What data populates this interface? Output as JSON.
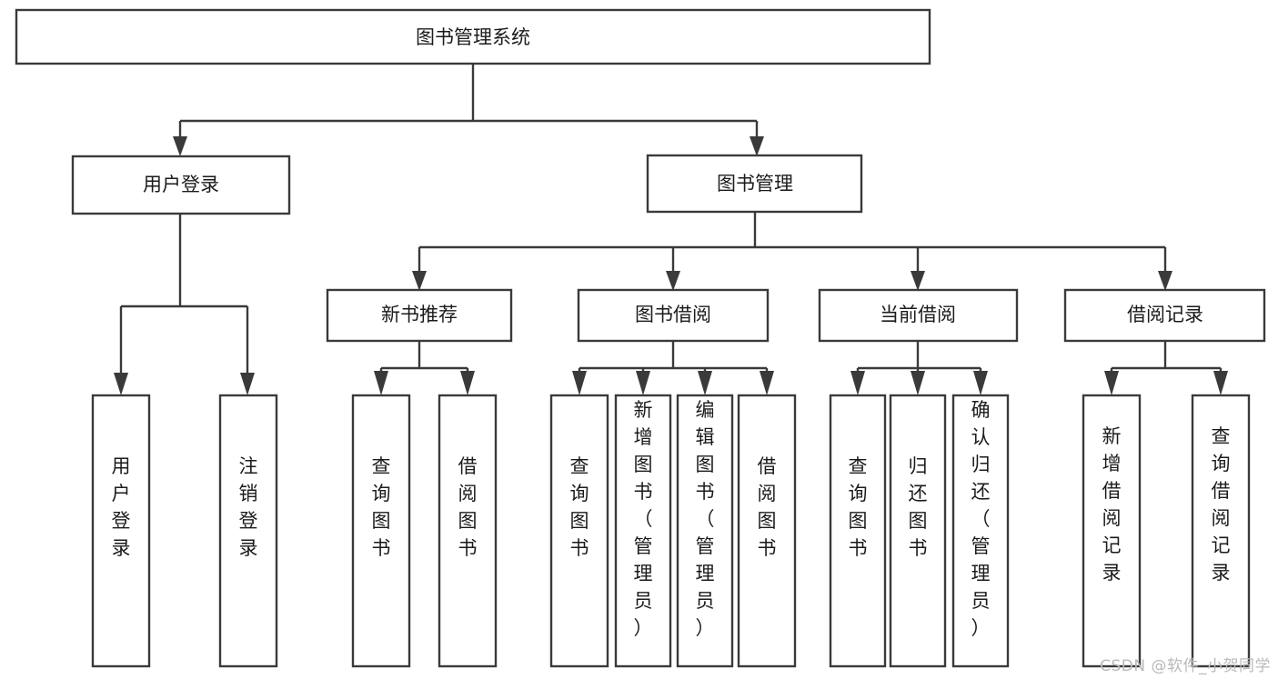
{
  "diagram": {
    "type": "hierarchy-tree",
    "title": "图书管理系统",
    "watermark": "CSDN @软件_小贺同学",
    "colors": {
      "stroke": "#3a3a3a",
      "fill": "#ffffff",
      "text": "#1b1b1b",
      "watermark": "#b9b9b9"
    },
    "nodes": {
      "root": {
        "label": "图书管理系统",
        "level": 0,
        "orientation": "horizontal"
      },
      "user_login": {
        "label": "用户登录",
        "level": 1,
        "orientation": "horizontal"
      },
      "book_mgmt": {
        "label": "图书管理",
        "level": 1,
        "orientation": "horizontal"
      },
      "new_book_rec": {
        "label": "新书推荐",
        "level": 2,
        "orientation": "horizontal"
      },
      "book_borrow": {
        "label": "图书借阅",
        "level": 2,
        "orientation": "horizontal"
      },
      "current_borrow": {
        "label": "当前借阅",
        "level": 2,
        "orientation": "horizontal"
      },
      "borrow_record": {
        "label": "借阅记录",
        "level": 2,
        "orientation": "horizontal"
      },
      "leaf_user_login": {
        "label": "用户登录",
        "level": 3,
        "orientation": "vertical"
      },
      "leaf_logout": {
        "label": "注销登录",
        "level": 3,
        "orientation": "vertical"
      },
      "leaf_query_book_1": {
        "label": "查询图书",
        "level": 3,
        "orientation": "vertical"
      },
      "leaf_borrow_book_1": {
        "label": "借阅图书",
        "level": 3,
        "orientation": "vertical"
      },
      "leaf_query_book_2": {
        "label": "查询图书",
        "level": 3,
        "orientation": "vertical"
      },
      "leaf_add_book": {
        "label": "新增图书（管理员）",
        "level": 3,
        "orientation": "vertical"
      },
      "leaf_edit_book": {
        "label": "编辑图书（管理员）",
        "level": 3,
        "orientation": "vertical"
      },
      "leaf_borrow_book_2": {
        "label": "借阅图书",
        "level": 3,
        "orientation": "vertical"
      },
      "leaf_query_book_3": {
        "label": "查询图书",
        "level": 3,
        "orientation": "vertical"
      },
      "leaf_return_book": {
        "label": "归还图书",
        "level": 3,
        "orientation": "vertical"
      },
      "leaf_confirm_return": {
        "label": "确认归还（管理员）",
        "level": 3,
        "orientation": "vertical"
      },
      "leaf_add_record": {
        "label": "新增借阅记录",
        "level": 3,
        "orientation": "vertical"
      },
      "leaf_query_record": {
        "label": "查询借阅记录",
        "level": 3,
        "orientation": "vertical"
      }
    },
    "edges": [
      {
        "from": "root",
        "to": "user_login"
      },
      {
        "from": "root",
        "to": "book_mgmt"
      },
      {
        "from": "book_mgmt",
        "to": "new_book_rec"
      },
      {
        "from": "book_mgmt",
        "to": "book_borrow"
      },
      {
        "from": "book_mgmt",
        "to": "current_borrow"
      },
      {
        "from": "book_mgmt",
        "to": "borrow_record"
      },
      {
        "from": "user_login",
        "to": "leaf_user_login"
      },
      {
        "from": "user_login",
        "to": "leaf_logout"
      },
      {
        "from": "new_book_rec",
        "to": "leaf_query_book_1"
      },
      {
        "from": "new_book_rec",
        "to": "leaf_borrow_book_1"
      },
      {
        "from": "book_borrow",
        "to": "leaf_query_book_2"
      },
      {
        "from": "book_borrow",
        "to": "leaf_add_book"
      },
      {
        "from": "book_borrow",
        "to": "leaf_edit_book"
      },
      {
        "from": "book_borrow",
        "to": "leaf_borrow_book_2"
      },
      {
        "from": "current_borrow",
        "to": "leaf_query_book_3"
      },
      {
        "from": "current_borrow",
        "to": "leaf_return_book"
      },
      {
        "from": "current_borrow",
        "to": "leaf_confirm_return"
      },
      {
        "from": "borrow_record",
        "to": "leaf_add_record"
      },
      {
        "from": "borrow_record",
        "to": "leaf_query_record"
      }
    ]
  }
}
